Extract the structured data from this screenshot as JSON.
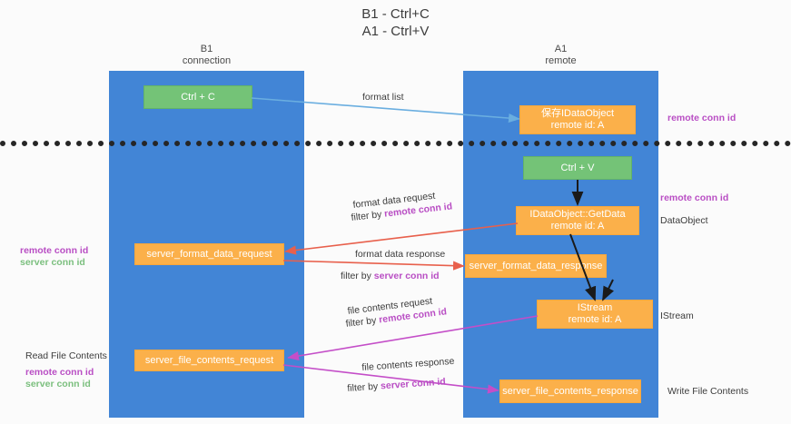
{
  "title": "B1 - Ctrl+C\nA1 - Ctrl+V",
  "lanes": [
    {
      "id": "b1",
      "header": "B1\nconnection"
    },
    {
      "id": "a1",
      "header": "A1\nremote"
    }
  ],
  "nodes": {
    "ctrl_c": "Ctrl + C",
    "save_idataobject": "保存IDataObject\nremote id: A",
    "ctrl_v": "Ctrl + V",
    "idataobject_getdata": "IDataObject::GetData\nremote id: A",
    "server_format_data_request": "server_format_data_request",
    "server_format_data_response": "server_format_data_response",
    "istream": "IStream\nremote id: A",
    "server_file_contents_request": "server_file_contents_request",
    "server_file_contents_response": "server_file_contents_response"
  },
  "edge_labels": {
    "format_list": "format list",
    "format_data_request": "format data request",
    "format_data_request_filter_prefix": "filter by ",
    "format_data_request_filter_key": "remote conn id",
    "format_data_response": "format data response",
    "format_data_response_filter_prefix": "filter by ",
    "format_data_response_filter_key": "server conn id",
    "file_contents_request": "file contents request",
    "file_contents_request_filter_prefix": "filter by ",
    "file_contents_request_filter_key": "remote conn id",
    "file_contents_response": "file contents response",
    "file_contents_response_filter_prefix": "filter by ",
    "file_contents_response_filter_key": "server conn id"
  },
  "annotations": {
    "right_remote_conn_id_top": "remote conn id",
    "right_remote_conn_id_mid": "remote conn id",
    "right_dataobject": "DataObject",
    "right_istream": "IStream",
    "right_write_file_contents": "Write File Contents",
    "left_remote_conn_id": "remote conn id",
    "left_server_conn_id": "server conn id",
    "left_read_file_contents": "Read File Contents",
    "left_remote_conn_id_2": "remote conn id",
    "left_server_conn_id_2": "server conn id"
  },
  "colors": {
    "lane": "#4285d6",
    "green_node": "#74c377",
    "orange_node": "#fbb04a",
    "purple_text": "#b94ec4",
    "green_text": "#7bbf7e",
    "blue_arrow": "#6aaee0",
    "red_arrow": "#e8604c",
    "magenta_arrow": "#c44ec8",
    "black_arrow": "#1a1a1a",
    "background": "#fbfbfb"
  }
}
